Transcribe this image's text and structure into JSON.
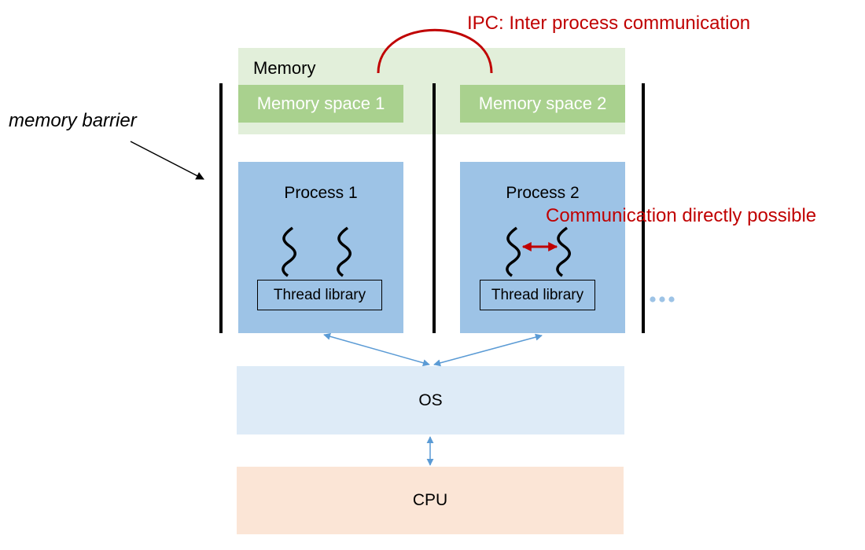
{
  "diagram": {
    "memory": {
      "label": "Memory",
      "spaces": [
        "Memory space 1",
        "Memory space 2"
      ]
    },
    "processes": [
      {
        "title": "Process 1",
        "thread_library": "Thread library",
        "threads": 2
      },
      {
        "title": "Process 2",
        "thread_library": "Thread library",
        "threads": 2
      }
    ],
    "os_label": "OS",
    "cpu_label": "CPU",
    "annotations": {
      "ipc": "IPC: Inter process communication",
      "direct": "Communication directly possible",
      "barrier": "memory barrier",
      "ellipsis": "•••"
    },
    "colors": {
      "memory_bg": "#e2efda",
      "memory_space": "#a9d18e",
      "process": "#9dc3e6",
      "os": "#deebf7",
      "cpu": "#fbe5d6",
      "annotation_red": "#c00000",
      "connector_blue": "#5b9bd5"
    }
  }
}
